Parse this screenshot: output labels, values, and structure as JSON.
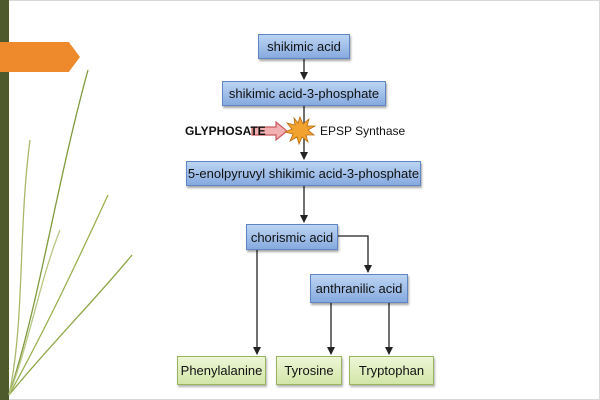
{
  "diagram": {
    "nodes": {
      "shikimic_acid": "shikimic acid",
      "shikimic_acid_3_phosphate": "shikimic acid-3-phosphate",
      "enolpyruvyl": "5-enolpyruvyl shikimic acid-3-phosphate",
      "chorismic_acid": "chorismic acid",
      "anthranilic_acid": "anthranilic acid",
      "phenylalanine": "Phenylalanine",
      "tyrosine": "Tyrosine",
      "tryptophan": "Tryptophan"
    },
    "inhibitor": "GLYPHOSATE",
    "enzyme": "EPSP Synthase"
  },
  "colors": {
    "blue_box": "#9bbbe8",
    "green_box": "#dcebb5",
    "inhibitor_arrow": "#e8868a",
    "burst": "#f2a22e",
    "left_bar": "#4e5a2c",
    "accent_tab": "#ee8a2c"
  }
}
